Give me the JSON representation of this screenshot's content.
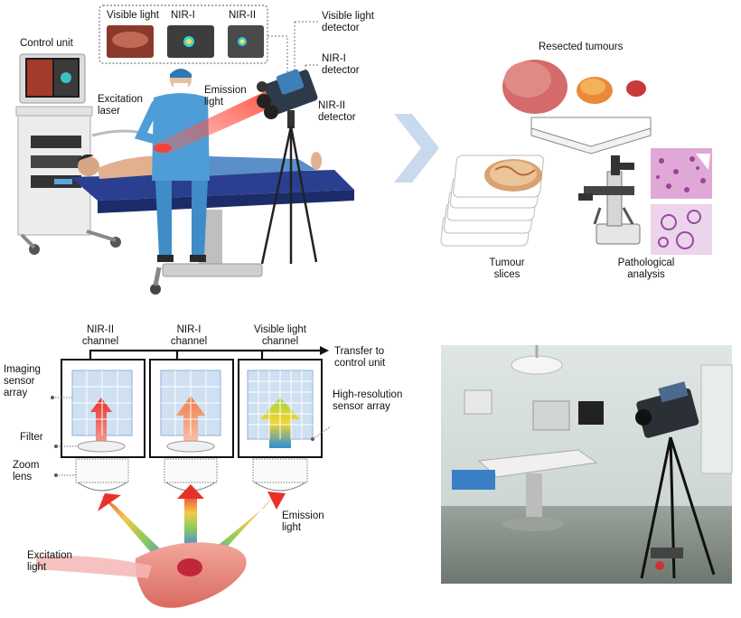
{
  "top_left": {
    "inset_labels": [
      "Visible light",
      "NIR-I",
      "NIR-II"
    ],
    "control_unit": "Control unit",
    "excitation_laser": [
      "Excitation",
      "laser"
    ],
    "emission_light": [
      "Emission",
      "light"
    ],
    "visible_detector": [
      "Visible light",
      "detector"
    ],
    "nir1_detector": [
      "NIR-I",
      "detector"
    ],
    "nir2_detector": [
      "NIR-II",
      "detector"
    ]
  },
  "top_right": {
    "resected": "Resected tumours",
    "tumour_slices": [
      "Tumour",
      "slices"
    ],
    "pathological": [
      "Pathological",
      "analysis"
    ]
  },
  "bottom_left": {
    "channels": [
      [
        "NIR-II",
        "channel"
      ],
      [
        "NIR-I",
        "channel"
      ],
      [
        "Visible light",
        "channel"
      ]
    ],
    "transfer": [
      "Transfer to",
      "control unit"
    ],
    "imaging_sensor": [
      "Imaging",
      "sensor",
      "array"
    ],
    "filter": "Filter",
    "zoom_lens": [
      "Zoom",
      "lens"
    ],
    "high_res": [
      "High-resolution",
      "sensor array"
    ],
    "emission": [
      "Emission",
      "light"
    ],
    "excitation": [
      "Excitation",
      "light"
    ]
  },
  "colors": {
    "bed": "#2a3f8f",
    "nir2_arrow": "#e8302a",
    "nir1_arrow": "#f07a4a",
    "vis_arrow_top": "#9acd32",
    "vis_arrow_bottom": "#2b8fd6",
    "sensor_cell": "#cfe0f2",
    "chevron": "#c9d9ee"
  }
}
